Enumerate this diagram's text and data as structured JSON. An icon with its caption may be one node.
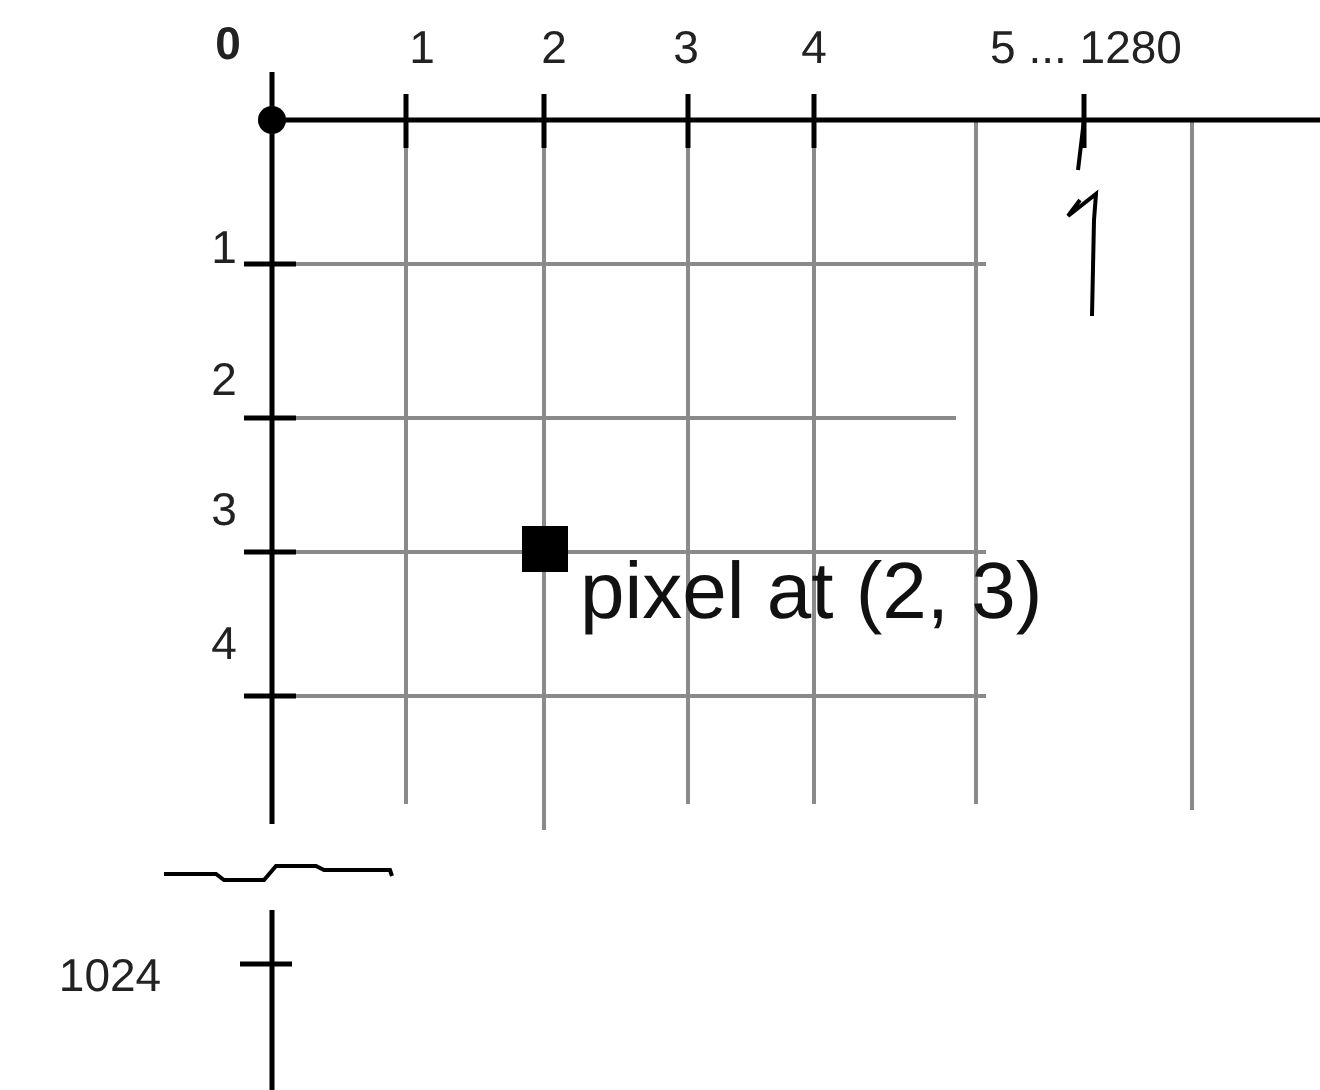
{
  "diagram": {
    "nodes": [
      {
        "text": [],
        "shape": "box",
        "beside": [
          "pixel at (2, 3)"
        ]
      }
    ],
    "labels": [
      "0",
      "1",
      "2",
      "3",
      "4",
      "5 ... 1280",
      "1",
      "2",
      "3",
      "4",
      "1024"
    ]
  }
}
